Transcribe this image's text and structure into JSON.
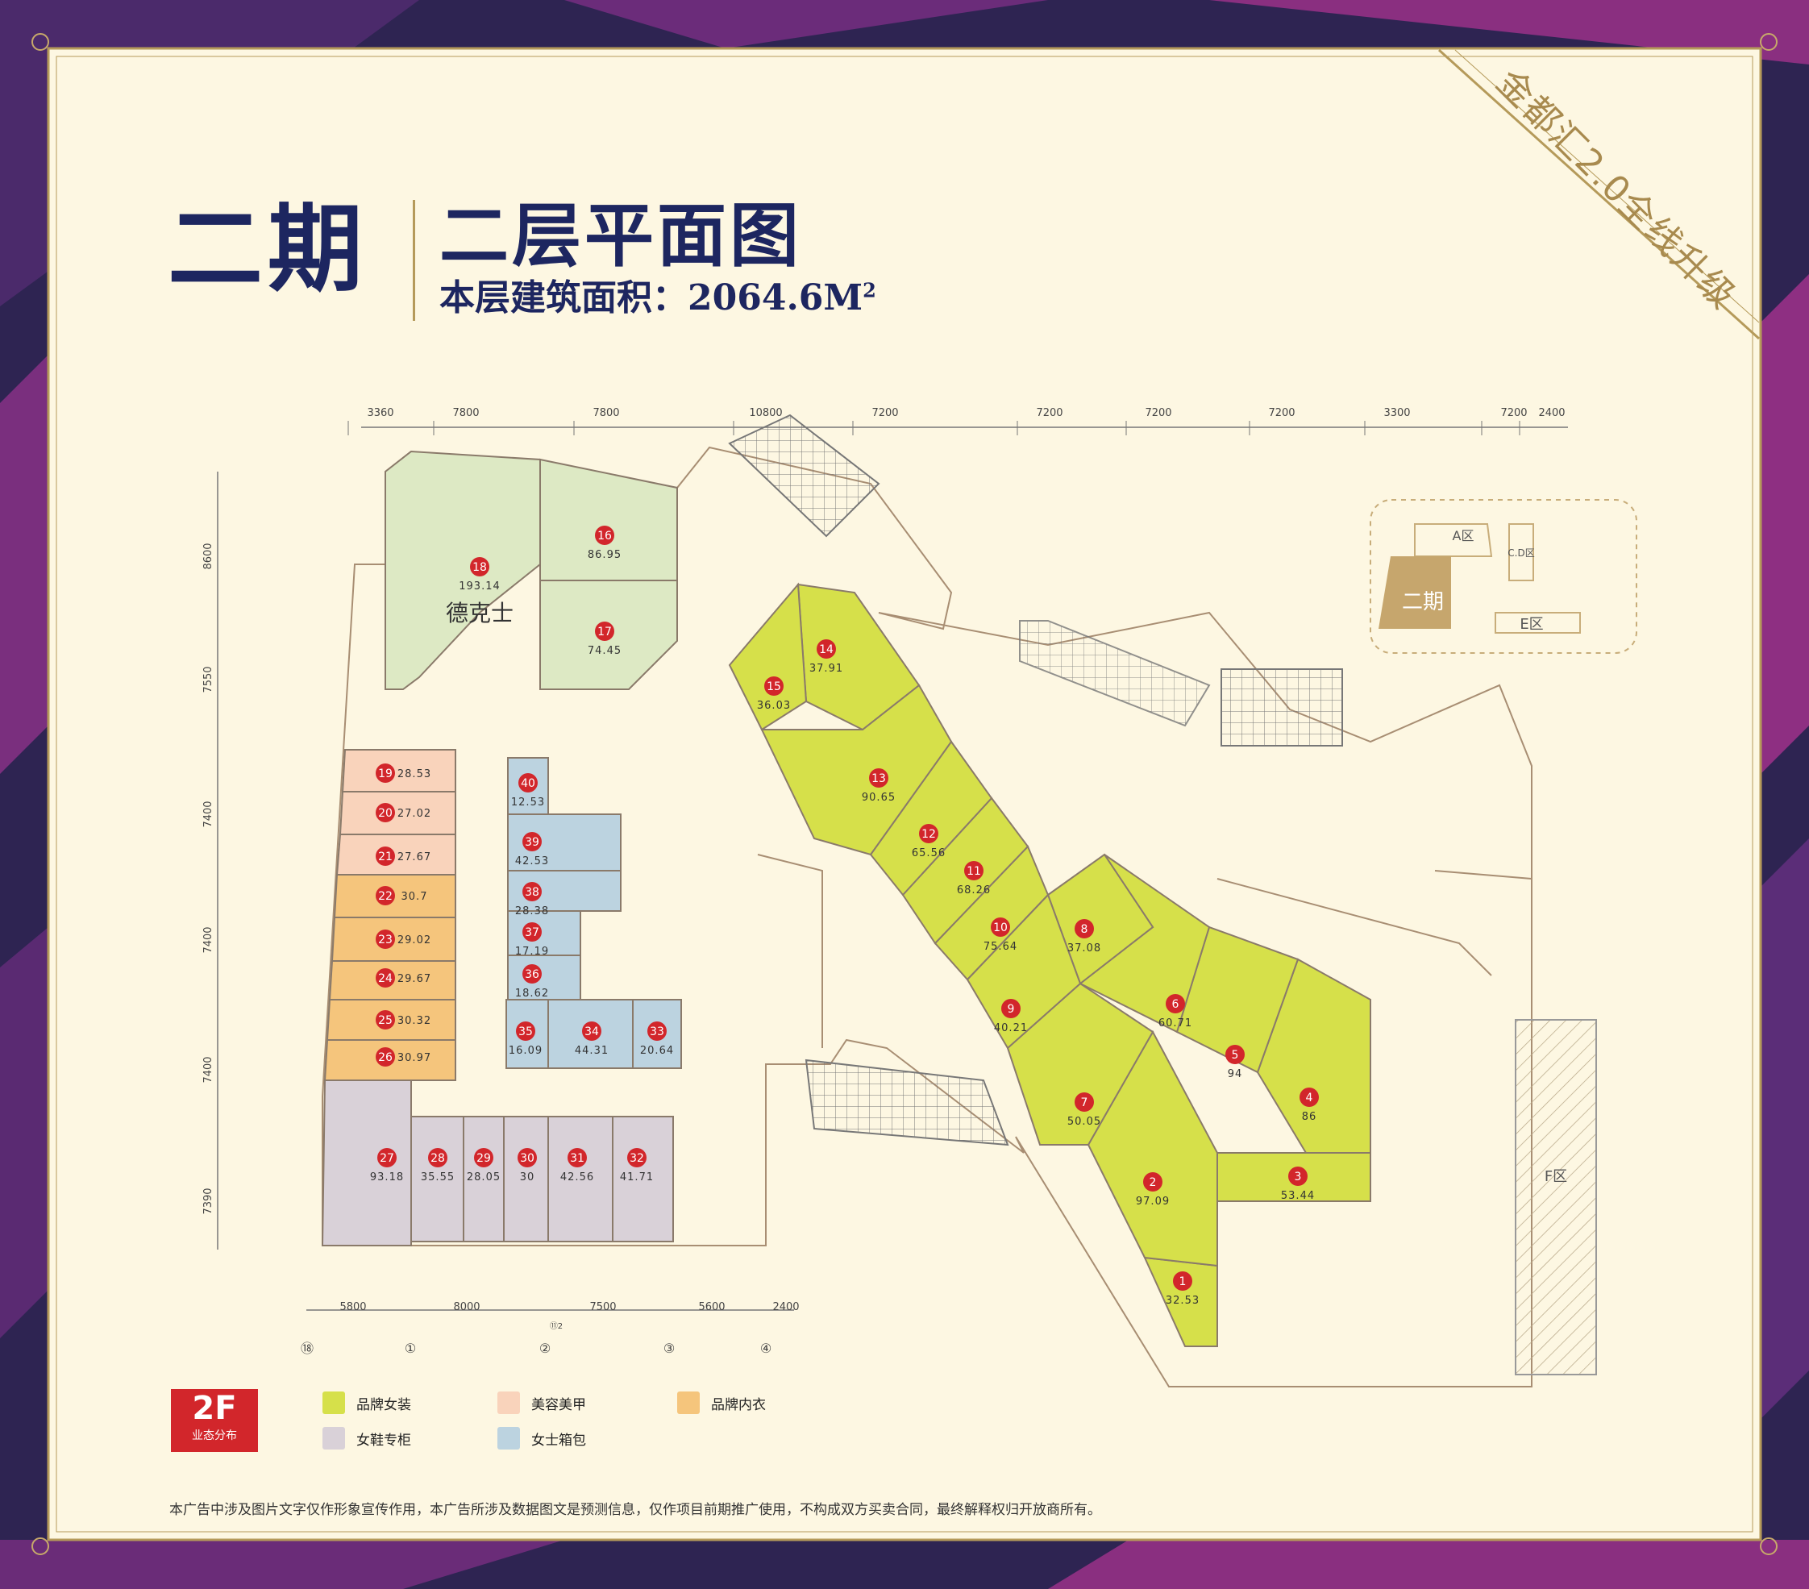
{
  "title": {
    "phase": "二期",
    "floor_plan": "二层平面图",
    "area_label": "本层建筑面积：2064.6M",
    "area_sup": "2"
  },
  "ribbon": "金都汇2.0全线升级",
  "dimensions": {
    "top": [
      "3360",
      "7800",
      "7800",
      "10800",
      "7200",
      "7200",
      "7200",
      "7200",
      "3300",
      "7200",
      "2400"
    ],
    "left": [
      "8600",
      "7550",
      "7400",
      "7400",
      "7400",
      "7390"
    ],
    "bottom": [
      "5800",
      "8000",
      "7500",
      "5600",
      "2400"
    ],
    "bottom_axis": [
      "⑱",
      "①",
      "②",
      "③",
      "④"
    ],
    "bottom_mid": "⑪2"
  },
  "anchor_store": "德克士",
  "units": [
    {
      "no": "1",
      "area": "32.53"
    },
    {
      "no": "2",
      "area": "97.09"
    },
    {
      "no": "3",
      "area": "53.44"
    },
    {
      "no": "4",
      "area": "86"
    },
    {
      "no": "5",
      "area": "94"
    },
    {
      "no": "6",
      "area": "60.71"
    },
    {
      "no": "7",
      "area": "50.05"
    },
    {
      "no": "8",
      "area": "37.08"
    },
    {
      "no": "9",
      "area": "40.21"
    },
    {
      "no": "10",
      "area": "75.64"
    },
    {
      "no": "11",
      "area": "68.26"
    },
    {
      "no": "12",
      "area": "65.56"
    },
    {
      "no": "13",
      "area": "90.65"
    },
    {
      "no": "14",
      "area": "37.91"
    },
    {
      "no": "15",
      "area": "36.03"
    },
    {
      "no": "16",
      "area": "86.95"
    },
    {
      "no": "17",
      "area": "74.45"
    },
    {
      "no": "18",
      "area": "193.14"
    },
    {
      "no": "19",
      "area": "28.53"
    },
    {
      "no": "20",
      "area": "27.02"
    },
    {
      "no": "21",
      "area": "27.67"
    },
    {
      "no": "22",
      "area": "30.7"
    },
    {
      "no": "23",
      "area": "29.02"
    },
    {
      "no": "24",
      "area": "29.67"
    },
    {
      "no": "25",
      "area": "30.32"
    },
    {
      "no": "26",
      "area": "30.97"
    },
    {
      "no": "27",
      "area": "93.18"
    },
    {
      "no": "28",
      "area": "35.55"
    },
    {
      "no": "29",
      "area": "28.05"
    },
    {
      "no": "30",
      "area": "30"
    },
    {
      "no": "31",
      "area": "42.56"
    },
    {
      "no": "32",
      "area": "41.71"
    },
    {
      "no": "33",
      "area": "20.64"
    },
    {
      "no": "34",
      "area": "44.31"
    },
    {
      "no": "35",
      "area": "16.09"
    },
    {
      "no": "36",
      "area": "18.62"
    },
    {
      "no": "37",
      "area": "17.19"
    },
    {
      "no": "38",
      "area": "28.38"
    },
    {
      "no": "39",
      "area": "42.53"
    },
    {
      "no": "40",
      "area": "12.53"
    }
  ],
  "zone_label_f": "F区",
  "keymap": {
    "a": "A区",
    "cd": "C.D区",
    "e": "E区",
    "phase2": "二期"
  },
  "badge": {
    "floor": "2F",
    "caption": "业态分布"
  },
  "legend": [
    {
      "label": "品牌女装",
      "color": "#d6e04a"
    },
    {
      "label": "美容美甲",
      "color": "#f9d3bb"
    },
    {
      "label": "品牌内衣",
      "color": "#f5c57c"
    },
    {
      "label": "女鞋专柜",
      "color": "#d9d1d8"
    },
    {
      "label": "女士箱包",
      "color": "#bcd3e0"
    }
  ],
  "colors": {
    "navy": "#1d2660",
    "gold": "#b59a5a",
    "fashion": "#d6e04a",
    "dekos": "#dde9c4",
    "beauty": "#f9d3bb",
    "lingerie": "#f5c57c",
    "shoes": "#d9d1d8",
    "bags": "#bcd3e0",
    "marker": "#d2262b"
  },
  "disclaimer": "本广告中涉及图片文字仅作形象宣传作用，本广告所涉及数据图文是预测信息，仅作项目前期推广使用，不构成双方买卖合同，最终解释权归开放商所有。"
}
